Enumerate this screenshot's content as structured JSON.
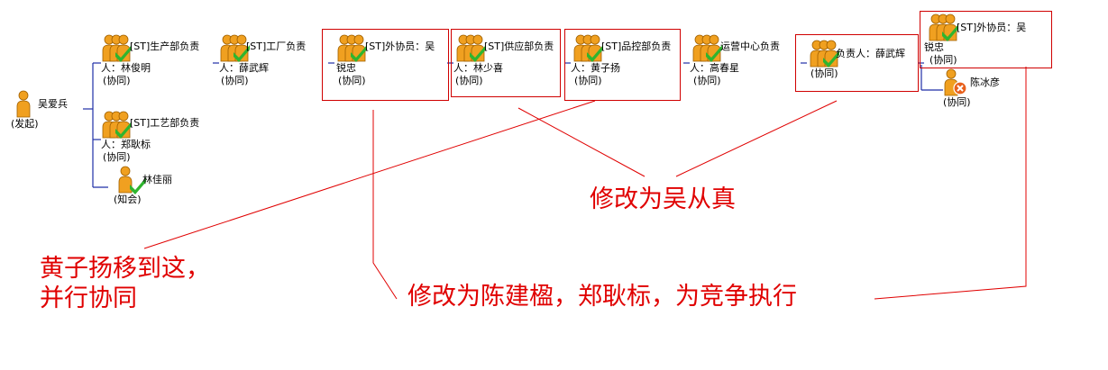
{
  "colors": {
    "connector": "#1f2fa6",
    "annotation": "#e00000",
    "person": "#f0a020",
    "check": "#2fb52f",
    "cancel": "#e8601c"
  },
  "nodes": {
    "initiator": {
      "name": "吴爱兵",
      "status": "(发起)"
    },
    "production": {
      "line1": "[ST]生产部负责",
      "line2": "人：林俊明",
      "status": "(协同)"
    },
    "craft": {
      "line1": "[ST]工艺部负责",
      "line2": "人：郑耿标",
      "status": "(协同)"
    },
    "lin_jiali": {
      "name": "林佳丽",
      "status": "(知会)"
    },
    "factory": {
      "line1": "[ST]工厂负责",
      "line2": "人：薛武辉",
      "status": "(协同)"
    },
    "outsource1": {
      "line1": "[ST]外协员：吴",
      "line2": "锐忠",
      "status": "(协同)"
    },
    "supply": {
      "line1": "[ST]供应部负责",
      "line2": "人：林少喜",
      "status": "(协同)"
    },
    "quality": {
      "line1": "[ST]品控部负责",
      "line2": "人：黄子扬",
      "status": "(协同)"
    },
    "ops": {
      "line1": "运营中心负责",
      "line2": "人：高春星",
      "status": "(协同)"
    },
    "owner": {
      "line1": "负责人：薛武辉",
      "status": "(协同)"
    },
    "outsource2": {
      "line1": "[ST]外协员：吴",
      "line2": "锐忠",
      "status": "(协同)"
    },
    "chen_bingyan": {
      "name": "陈冰彦",
      "status": "(协同)"
    }
  },
  "annotations": {
    "wu_congzhen": "修改为吴从真",
    "huang_line1": "黄子扬移到这，",
    "huang_line2": "并行协同",
    "chen_jianying": "修改为陈建楹，郑耿标，为竞争执行"
  }
}
